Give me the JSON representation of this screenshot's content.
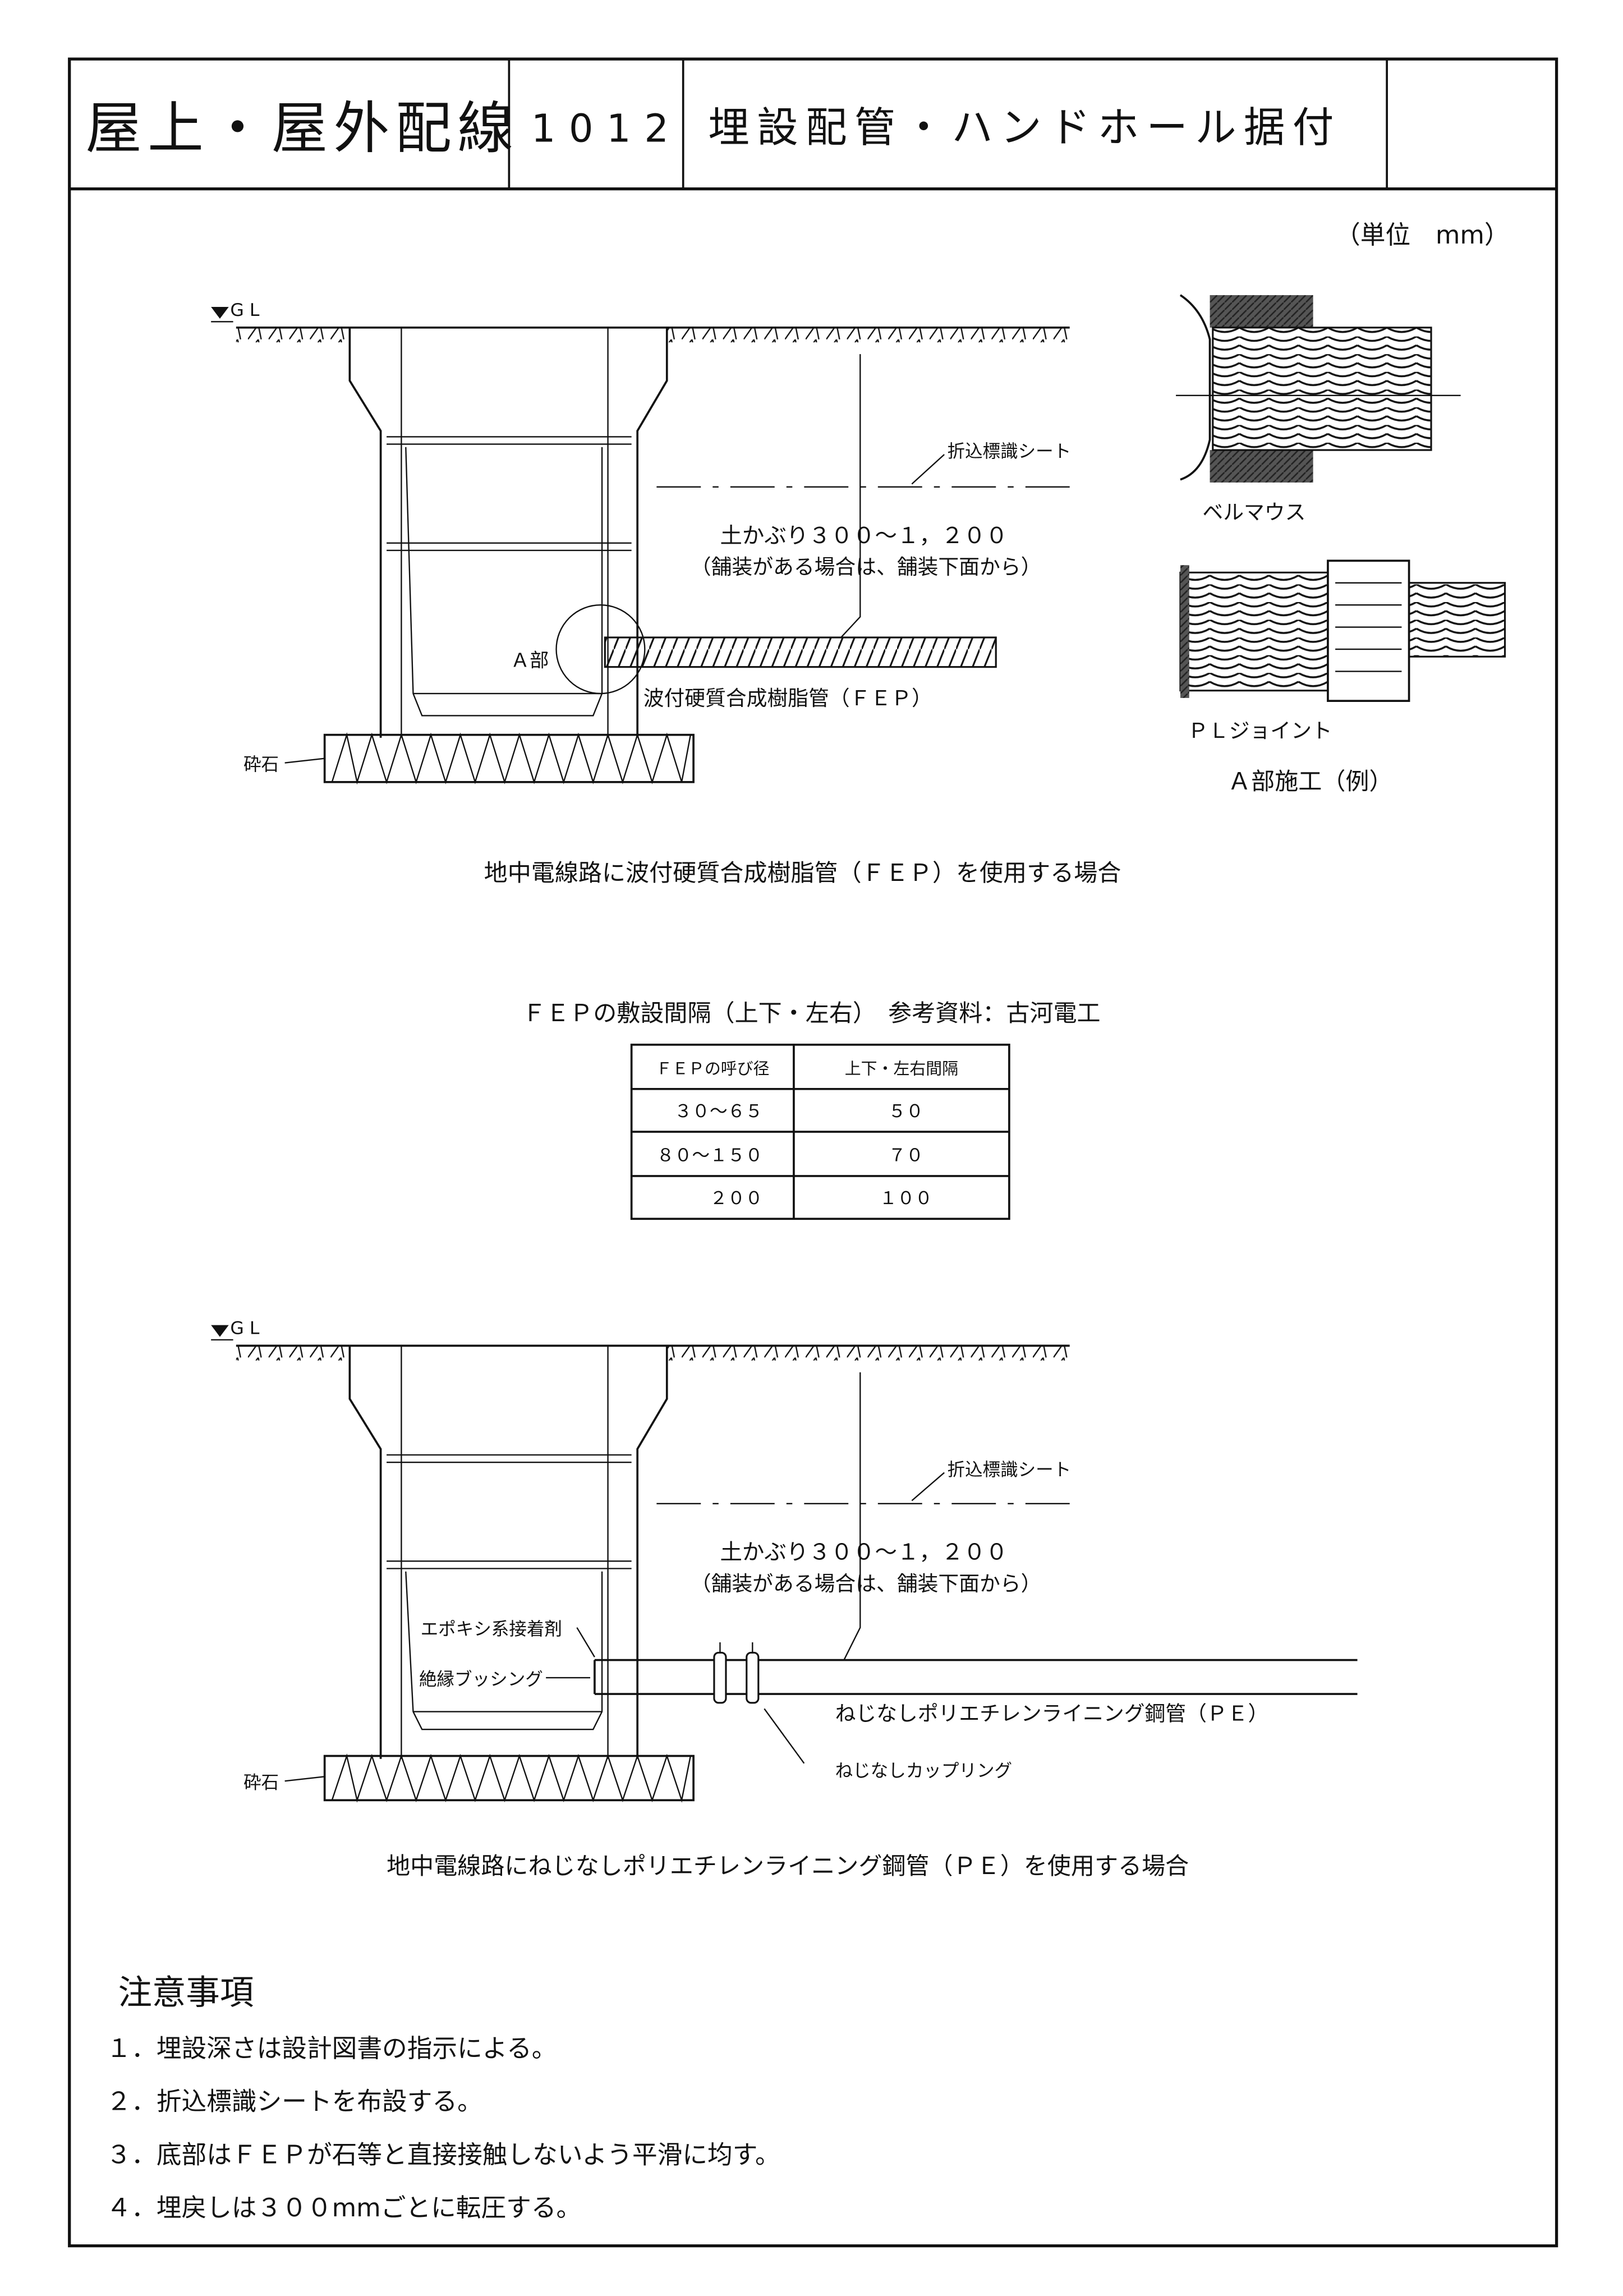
{
  "header": {
    "category": "屋上・屋外配線",
    "number": "1012",
    "title": "埋設配管・ハンドホール据付"
  },
  "unit_note": "（単位　mm）",
  "diagram1": {
    "gl": "G L",
    "sheet_label": "折込標識シート",
    "cover_depth": "土かぶり３００～１，２００",
    "cover_note": "（舗装がある場合は、舗装下面から）",
    "part_a": "Ａ部",
    "pipe_label": "波付硬質合成樹脂管（ＦＥＰ）",
    "gravel": "砕石",
    "caption": "地中電線路に波付硬質合成樹脂管（ＦＥＰ）を使用する場合"
  },
  "detail": {
    "bellmouth": "ベルマウス",
    "pl_joint": "ＰＬジョイント",
    "caption": "Ａ部施工（例）"
  },
  "table": {
    "title": "ＦＥＰの敷設間隔（上下・左右）　参考資料：古河電工",
    "headers": [
      "ＦＥＰの呼び径",
      "上下・左右間隔"
    ],
    "rows": [
      [
        "３０～６５",
        "５０"
      ],
      [
        "８０～１５０",
        "７０"
      ],
      [
        "２００",
        "１００"
      ]
    ]
  },
  "diagram2": {
    "gl": "G L",
    "sheet_label": "折込標識シート",
    "cover_depth": "土かぶり３００～１，２００",
    "cover_note": "（舗装がある場合は、舗装下面から）",
    "adhesive": "エポキシ系接着剤",
    "bushing": "絶縁ブッシング",
    "pipe_label": "ねじなしポリエチレンライニング鋼管（ＰＥ）",
    "coupling": "ねじなしカップリング",
    "gravel": "砕石",
    "caption": "地中電線路にねじなしポリエチレンライニング鋼管（ＰＥ）を使用する場合"
  },
  "notes": {
    "title": "注意事項",
    "items": [
      "１．埋設深さは設計図書の指示による。",
      "２．折込標識シートを布設する。",
      "３．底部はＦＥＰが石等と直接接触しないよう平滑に均す。",
      "４．埋戻しは３００mmごとに転圧する。"
    ]
  }
}
